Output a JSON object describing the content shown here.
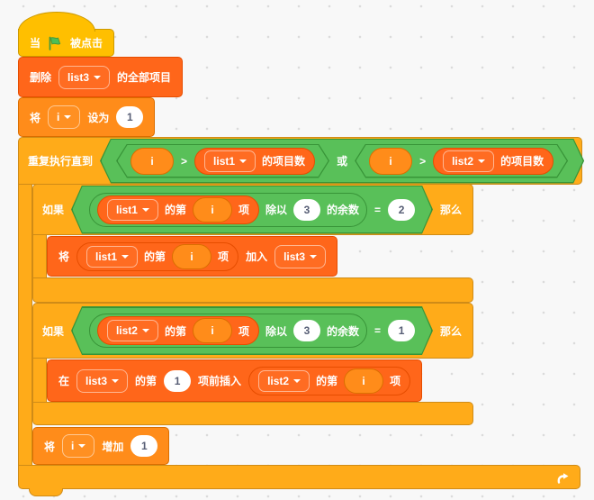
{
  "colors": {
    "events": "#FFBF00",
    "events_border": "#CC9900",
    "control": "#FFAB19",
    "control_border": "#CF8B17",
    "variables": "#FF8C1A",
    "variables_border": "#DB6E00",
    "lists": "#FF661A",
    "lists_border": "#E64D00",
    "operators": "#59C059",
    "operators_border": "#389438",
    "flag_green": "#4CBF56",
    "field_text": "#575E75",
    "workspace_bg": "#F8F8F8"
  },
  "icons": {
    "flag": "green-flag-icon",
    "loop": "loop-arrow-icon",
    "dropdown": "caret-down-icon"
  },
  "script": {
    "when_flag_clicked": {
      "pre": "当",
      "post": "被点击"
    },
    "delete_all": {
      "verb": "删除",
      "list": "list3",
      "post": "的全部项目"
    },
    "set_var": {
      "verb": "将",
      "var": "i",
      "mid": "设为",
      "value": "1"
    },
    "repeat_until": {
      "label": "重复执行直到",
      "or_label": "或",
      "left": {
        "var": "i",
        "op": ">",
        "list": "list1",
        "post": "的项目数"
      },
      "right": {
        "var": "i",
        "op": ">",
        "list": "list2",
        "post": "的项目数"
      }
    },
    "if_1": {
      "if_label": "如果",
      "then_label": "那么",
      "item_of": {
        "list": "list1",
        "mid": "的第",
        "var": "i",
        "post": "项"
      },
      "mod": {
        "pre": "除以",
        "divisor": "3",
        "post": "的余数"
      },
      "op": "=",
      "value": "2"
    },
    "add_item": {
      "verb": "将",
      "item_of": {
        "list": "list1",
        "mid": "的第",
        "var": "i",
        "post": "项"
      },
      "mid": "加入",
      "list": "list3"
    },
    "if_2": {
      "if_label": "如果",
      "then_label": "那么",
      "item_of": {
        "list": "list2",
        "mid": "的第",
        "var": "i",
        "post": "项"
      },
      "mod": {
        "pre": "除以",
        "divisor": "3",
        "post": "的余数"
      },
      "op": "=",
      "value": "1"
    },
    "insert_item": {
      "verb": "在",
      "list": "list3",
      "mid1": "的第",
      "index": "1",
      "mid2": "项前插入",
      "item_of": {
        "list": "list2",
        "mid": "的第",
        "var": "i",
        "post": "项"
      }
    },
    "change_var": {
      "verb": "将",
      "var": "i",
      "mid": "增加",
      "value": "1"
    }
  }
}
